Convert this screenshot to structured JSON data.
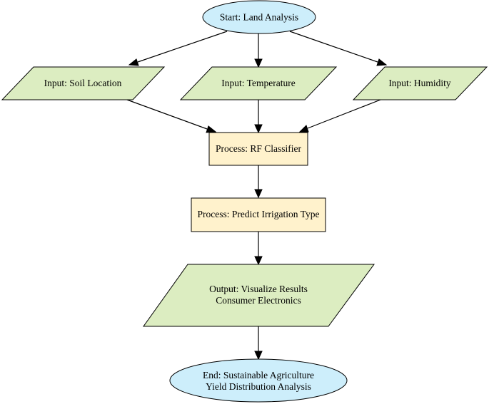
{
  "colors": {
    "terminal_fill": "#cdeefb",
    "io_fill": "#dcedc1",
    "process_fill": "#fff2cc",
    "stroke": "#000000"
  },
  "nodes": {
    "start": {
      "label": "Start: Land Analysis",
      "shape": "ellipse"
    },
    "input_soil": {
      "label": "Input: Soil Location",
      "shape": "parallelogram"
    },
    "input_temp": {
      "label": "Input: Temperature",
      "shape": "parallelogram"
    },
    "input_humidity": {
      "label": "Input: Humidity",
      "shape": "parallelogram"
    },
    "process_rf": {
      "label": "Process: RF Classifier",
      "shape": "rectangle"
    },
    "process_predict": {
      "label": "Process: Predict Irrigation Type",
      "shape": "rectangle"
    },
    "output": {
      "line1": "Output: Visualize Results",
      "line2": "Consumer Electronics",
      "shape": "parallelogram"
    },
    "end": {
      "line1": "End: Sustainable Agriculture",
      "line2": "Yield Distribution Analysis",
      "shape": "ellipse"
    }
  },
  "edges": [
    {
      "from": "start",
      "to": "input_soil"
    },
    {
      "from": "start",
      "to": "input_temp"
    },
    {
      "from": "start",
      "to": "input_humidity"
    },
    {
      "from": "input_soil",
      "to": "process_rf"
    },
    {
      "from": "input_temp",
      "to": "process_rf"
    },
    {
      "from": "input_humidity",
      "to": "process_rf"
    },
    {
      "from": "process_rf",
      "to": "process_predict"
    },
    {
      "from": "process_predict",
      "to": "output"
    },
    {
      "from": "output",
      "to": "end"
    }
  ]
}
